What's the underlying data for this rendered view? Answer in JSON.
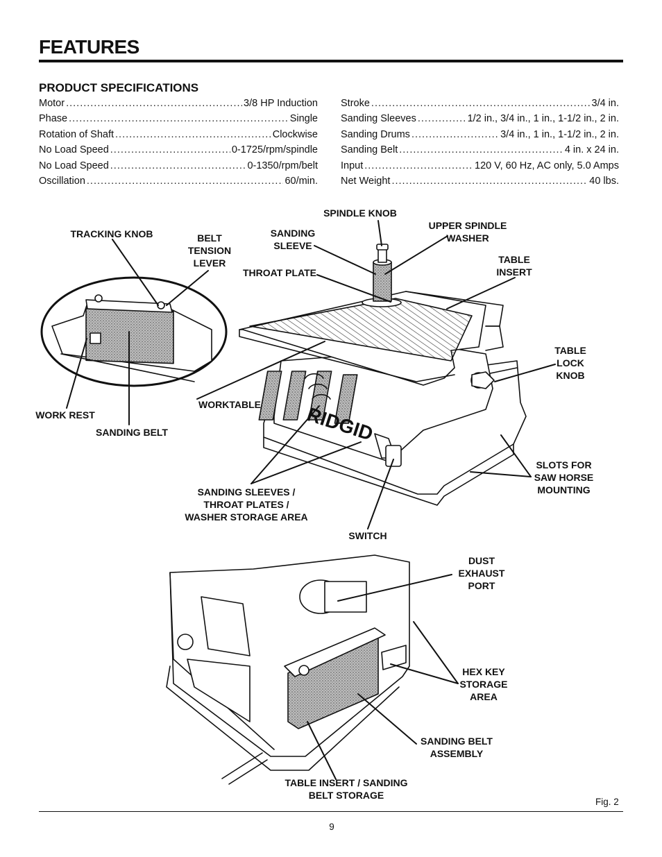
{
  "page_title": "FEATURES",
  "section_heading": "PRODUCT SPECIFICATIONS",
  "specs_left": [
    {
      "label": "Motor",
      "value": "3/8 HP Induction"
    },
    {
      "label": "Phase",
      "value": "Single"
    },
    {
      "label": "Rotation of Shaft",
      "value": "Clockwise"
    },
    {
      "label": "No Load Speed",
      "value": "0-1725/rpm/spindle"
    },
    {
      "label": "No Load Speed",
      "value": "0-1350/rpm/belt"
    },
    {
      "label": "Oscillation",
      "value": "60/min."
    }
  ],
  "specs_right": [
    {
      "label": "Stroke",
      "value": "3/4 in."
    },
    {
      "label": "Sanding Sleeves",
      "value": "1/2 in., 3/4 in., 1 in., 1-1/2 in., 2 in."
    },
    {
      "label": "Sanding Drums",
      "value": "3/4 in., 1 in., 1-1/2 in., 2 in."
    },
    {
      "label": "Sanding Belt",
      "value": "4 in. x 24 in."
    },
    {
      "label": "Input",
      "value": "120 V, 60 Hz, AC only, 5.0 Amps"
    },
    {
      "label": "Net Weight",
      "value": "40 lbs."
    }
  ],
  "callouts": {
    "spindle_knob": "SPINDLE KNOB",
    "upper_spindle_washer": "UPPER SPINDLE\nWASHER",
    "sanding_sleeve": "SANDING\nSLEEVE",
    "tracking_knob": "TRACKING KNOB",
    "belt_tension_lever": "BELT\nTENSION\nLEVER",
    "throat_plate": "THROAT PLATE",
    "table_insert": "TABLE\nINSERT",
    "table_lock_knob": "TABLE\nLOCK\nKNOB",
    "worktable": "WORKTABLE",
    "work_rest": "WORK REST",
    "sanding_belt": "SANDING BELT",
    "slots_for_saw_horse_mounting": "SLOTS FOR\nSAW HORSE\nMOUNTING",
    "storage_area": "SANDING SLEEVES /\nTHROAT PLATES /\nWASHER STORAGE AREA",
    "switch": "SWITCH",
    "dust_exhaust_port": "DUST\nEXHAUST\nPORT",
    "hex_key_storage_area": "HEX KEY\nSTORAGE\nAREA",
    "sanding_belt_assembly": "SANDING BELT\nASSEMBLY",
    "table_insert_belt_storage": "TABLE INSERT / SANDING\nBELT STORAGE"
  },
  "figure": {
    "brand_logo": "RIDGID",
    "caption": "Fig. 2"
  },
  "page_number": "9"
}
